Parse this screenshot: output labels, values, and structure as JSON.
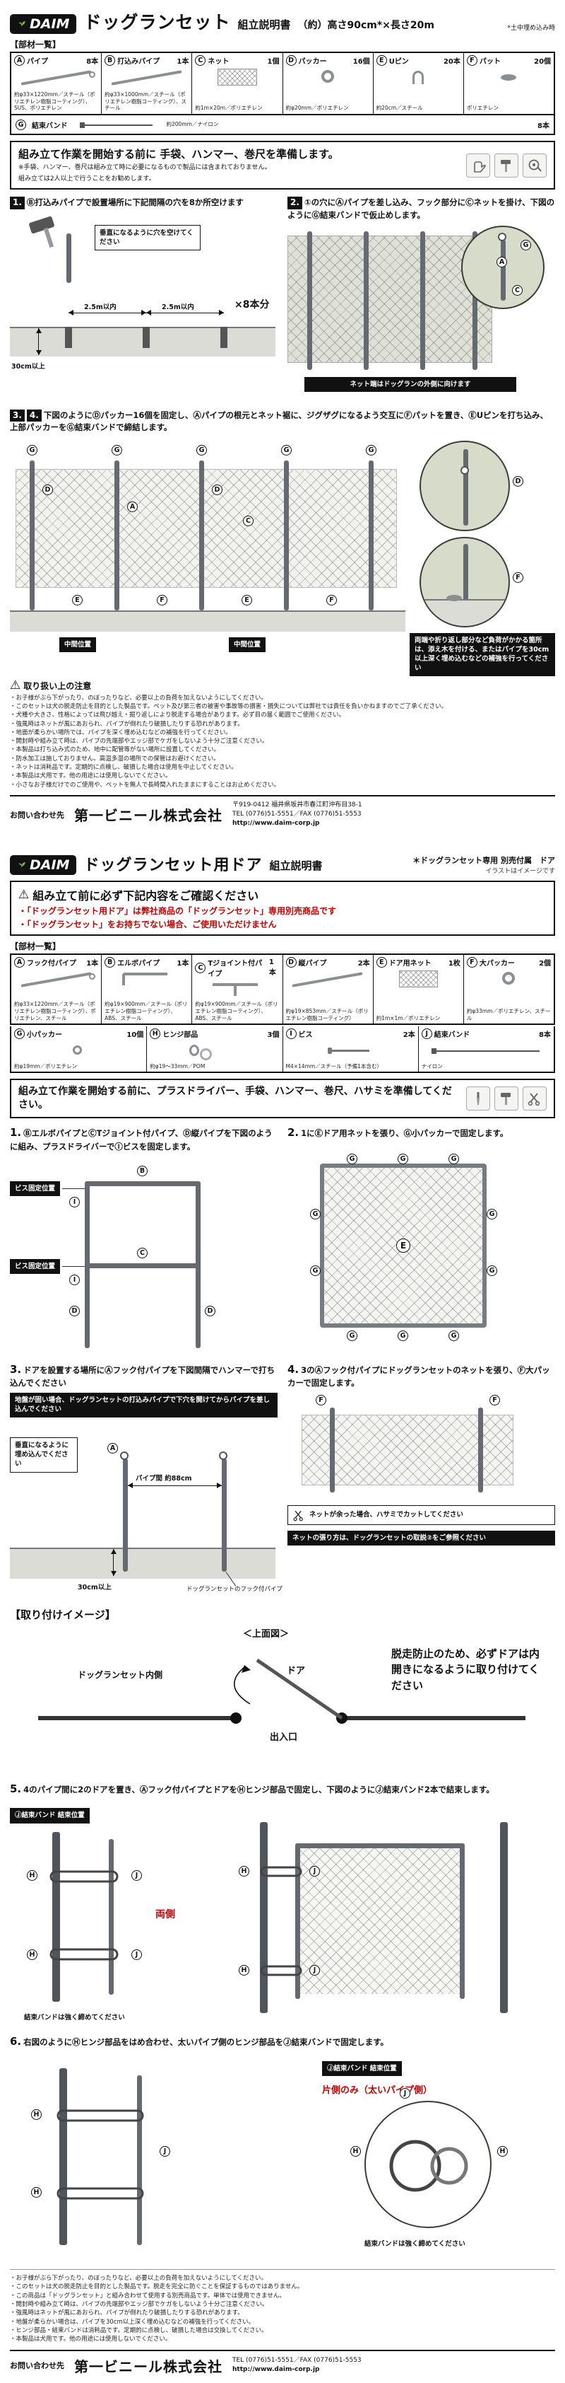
{
  "letters": {
    "A": "A",
    "B": "B",
    "C": "C",
    "D": "D",
    "E": "E",
    "F": "F",
    "G": "G",
    "H": "H",
    "I": "I",
    "J": "J"
  },
  "sheet1": {
    "brand": "DAIM",
    "title": "ドッグランセット",
    "doc_type": "組立説明書",
    "spec": "（約）高さ90cm*×長さ20m",
    "spec_note": "*土中埋め込み時",
    "parts_title": "【部材一覧】",
    "parts": [
      {
        "id": "A",
        "name": "パイプ",
        "qty": "8本",
        "desc": "約φ33×1220mm／スチール（ポリエチレン樹脂コーティング）、SUS、ポリエチレン"
      },
      {
        "id": "B",
        "name": "打込みパイプ",
        "qty": "1本",
        "desc": "約φ33×1000mm／スチール（ポリエチレン樹脂コーティング）、スチール"
      },
      {
        "id": "C",
        "name": "ネット",
        "qty": "1個",
        "desc": "約1m×20m／ポリエチレン"
      },
      {
        "id": "D",
        "name": "パッカー",
        "qty": "16個",
        "desc": "約φ20mm／ポリエチレン"
      },
      {
        "id": "E",
        "name": "Uピン",
        "qty": "20本",
        "desc": "約20cm／スチール"
      },
      {
        "id": "F",
        "name": "パット",
        "qty": "20個",
        "desc": "ポリエチレン"
      },
      {
        "id": "G",
        "name": "結束バンド",
        "qty": "8本",
        "desc": "約200mm／ナイロン"
      }
    ],
    "prep_main": "組み立て作業を開始する前に 手袋、ハンマー、巻尺を準備します。",
    "prep_note1": "※手袋、ハンマー、巻尺は組み立て時に必要になるもので製品には含まれておりません。",
    "prep_note2": "組み立ては2人以上で行うことをお勧めします。",
    "step1": {
      "num": "1.",
      "text": "Ⓑ打込みパイプで設置場所に下記間隔の穴を8か所空けます",
      "callout": "垂直になるように穴を空けてください",
      "dim": "2.5m以内",
      "dim2": "2.5m以内",
      "count": "×8本分",
      "depth": "30cm以上"
    },
    "step2": {
      "num": "2.",
      "text": "①の穴にⒶパイプを差し込み、フック部分にⒸネットを掛け、下図のようにⒼ結束バンドで仮止めします。",
      "outside_note": "ネット端はドッグランの外側に向けます"
    },
    "step34": {
      "num3": "3.",
      "num4": "4.",
      "text": "下図のようにⒹパッカー16個を固定し、Ⓐパイプの根元とネット裾に、ジグザグになるよう交互にⒻパットを置き、ⒺUピンを打ち込み、上部パッカーをⒼ結束バンドで締結します。",
      "mid_label": "中間位置",
      "warn": "両端や折り返し部分など負荷がかかる箇所は、添え木を付ける、またはパイプを30cm以上深く埋め込むなどの補強を行ってください"
    },
    "caution_title": "取り扱い上の注意",
    "cautions": [
      "・お子様がぶら下がったり、のぼったりなど、必要以上の負荷を加えないようにしてください。",
      "・このセットは犬の脱走防止を目的とした製品です。ペット及び第三者の被害や事故等の損害・損失については弊社では責任を負いかねますのでご了承ください。",
      "・犬種や大きさ、性格によっては飛び越え・掘り返しにより脱走する場合があります。必ず目の届く範囲でご使用ください。",
      "・強風時はネットが風にあおられ、パイプが倒れたり破損したりする恐れがあります。",
      "・地面が柔らかい場所では、パイプを深く埋め込むなどの補強を行ってください。",
      "・開封時や組み立て時は、パイプの先端部やエッジ部でケガをしないよう十分ご注意ください。",
      "・本製品は打ち込み式のため、地中に配管等がない場所に設置してください。",
      "・防水加工は施しておりません。高温多湿の場所での保管はお避けください。",
      "・ネットは消耗品です。定期的に点検し、破損した場合は使用を中止してください。",
      "・本製品は犬用です。他の用途には使用しないでください。",
      "・小さなお子様だけでのご使用や、ペットを無人で長時間入れたままにすることはお止めください。"
    ],
    "contact": {
      "label": "お問い合わせ先",
      "company": "第一ビニール株式会社",
      "address": "〒919-0412 福井県坂井市春江町沖布目38-1",
      "tel": "TEL (0776)51-5551／FAX (0776)51-5553",
      "url": "http://www.daim-corp.jp"
    }
  },
  "sheet2": {
    "brand": "DAIM",
    "title": "ドッグランセット用ドア",
    "doc_type": "組立説明書",
    "subtitle1": "＊ドッグランセット専用 別売付属　ドア",
    "subtitle2": "イラストはイメージです",
    "confirm_title": "組み立て前に必ず下記内容をご確認ください",
    "confirm_lines": [
      "・「ドッグランセット用ドア」は弊社商品の「ドッグランセット」専用別売商品です",
      "・「ドッグランセット」をお持ちでない場合、ご使用いただけません"
    ],
    "parts_title": "【部材一覧】",
    "parts_row1": [
      {
        "id": "A",
        "name": "フック付パイプ",
        "qty": "1本",
        "desc": "約φ33×1220mm／スチール（ポリエチレン樹脂コーティング）、ポリエチレン、スチール"
      },
      {
        "id": "B",
        "name": "エルボパイプ",
        "qty": "1本",
        "desc": "約φ19×900mm／スチール（ポリエチレン樹脂コーティング）、ABS、スチール"
      },
      {
        "id": "C",
        "name": "Tジョイント付パイプ",
        "qty": "1本",
        "desc": "約φ19×900mm／スチール（ポリエチレン樹脂コーティング）、ABS、スチール"
      },
      {
        "id": "D",
        "name": "縦パイプ",
        "qty": "2本",
        "desc": "約φ19×853mm／スチール（ポリエチレン樹脂コーティング）"
      },
      {
        "id": "E",
        "name": "ドア用ネット",
        "qty": "1枚",
        "desc": "約1m×1m／ポリエチレン"
      },
      {
        "id": "F",
        "name": "大パッカー",
        "qty": "2個",
        "desc": "約φ33mm／ポリエチレン、スチール"
      }
    ],
    "parts_row2": [
      {
        "id": "G",
        "name": "小パッカー",
        "qty": "10個",
        "desc": "約φ19mm／ポリエチレン"
      },
      {
        "id": "H",
        "name": "ヒンジ部品",
        "qty": "3個",
        "desc": "約φ19～33mm／POM"
      },
      {
        "id": "I",
        "name": "ビス",
        "qty": "2本",
        "desc": "M4×14mm／スチール（予備1本含む）"
      },
      {
        "id": "J",
        "name": "結束バンド",
        "qty": "8本",
        "desc": "ナイロン"
      }
    ],
    "prep_text": "組み立て作業を開始する前に、プラスドライバー、手袋、ハンマー、巻尺、ハサミを準備してください。",
    "step1": {
      "num": "1.",
      "text": "ⒷエルボパイプとⒸTジョイント付パイプ、Ⓓ縦パイプを下図のように組み、プラスドライバーでⒾビスを固定します。",
      "screw_label": "ビス固定位置"
    },
    "step2": {
      "num": "2.",
      "text": "1にⒺドア用ネットを張り、Ⓖ小パッカーで固定します。"
    },
    "step3": {
      "num": "3.",
      "text": "ドアを設置する場所にⒶフック付パイプを下図間隔でハンマーで打ち込んでください",
      "warn": "地盤が固い場合、ドッグランセットの打込みパイプで下穴を開けてからパイプを差し込んでください",
      "vertical": "垂直になるように埋め込んでください",
      "depth": "30cm以上",
      "gap": "パイプ間 約88cm",
      "hook_note": "ドッグランセットのフック付パイプ"
    },
    "step4": {
      "num": "4.",
      "text": "3のⒶフック付パイプにドッグランセットのネットを張り、Ⓕ大パッカーで固定します。",
      "cut_note": "ネットが余った場合、ハサミでカットしてください",
      "ref_note": "ネットの張り方は、ドッグランセットの取説②をご参照ください"
    },
    "install": {
      "title": "【取り付けイメージ】",
      "topview": "＜上面図＞",
      "inside": "ドッグランセット内側",
      "door": "ドア",
      "exit": "出入口",
      "warn": "脱走防止のため、必ずドアは内開きになるように取り付けてください"
    },
    "step5": {
      "num": "5.",
      "text": "4のパイプ間に2のドアを置き、Ⓐフック付パイプとドアをⒽヒンジ部品で固定し、下図のようにⒿ結束バンド2本で結束します。",
      "position_label": "Ⓙ結束バンド 結束位置",
      "side": "両側",
      "tight": "結束バンドは強く締めてください"
    },
    "step6": {
      "num": "6.",
      "text": "右図のようにⒽヒンジ部品をはめ合わせ、太いパイプ側のヒンジ部品をⒿ結束バンドで固定します。",
      "position_label": "Ⓙ結束バンド 結束位置",
      "side": "片側のみ（太いパイプ側）",
      "tight": "結束バンドは強く締めてください"
    },
    "cautions": [
      "・お子様がぶら下がったり、のぼったりなど、必要以上の負荷を加えないようにしてください。",
      "・このセットは犬の脱走防止を目的とした製品です。脱走を完全に防ぐことを保証するものではありません。",
      "・この商品は「ドッグランセット」と組み合わせて使用する別売商品です。単体では使用できません。",
      "・開封時や組み立て時は、パイプの先端部やエッジ部でケガをしないよう十分ご注意ください。",
      "・強風時はネットが風にあおられ、パイプが倒れたり破損したりする恐れがあります。",
      "・地盤が柔らかい場合は、パイプを30cm以上深く埋め込むなどの補強を行ってください。",
      "・ヒンジ部品・結束バンドは消耗品です。定期的に点検し、破損した場合は交換してください。",
      "・本製品は犬用です。他の用途には使用しないでください。"
    ],
    "contact": {
      "label": "お問い合わせ先",
      "company": "第一ビニール株式会社",
      "tel": "TEL (0776)51-5551／FAX (0776)51-5553",
      "url": "http://www.daim-corp.jp"
    }
  }
}
